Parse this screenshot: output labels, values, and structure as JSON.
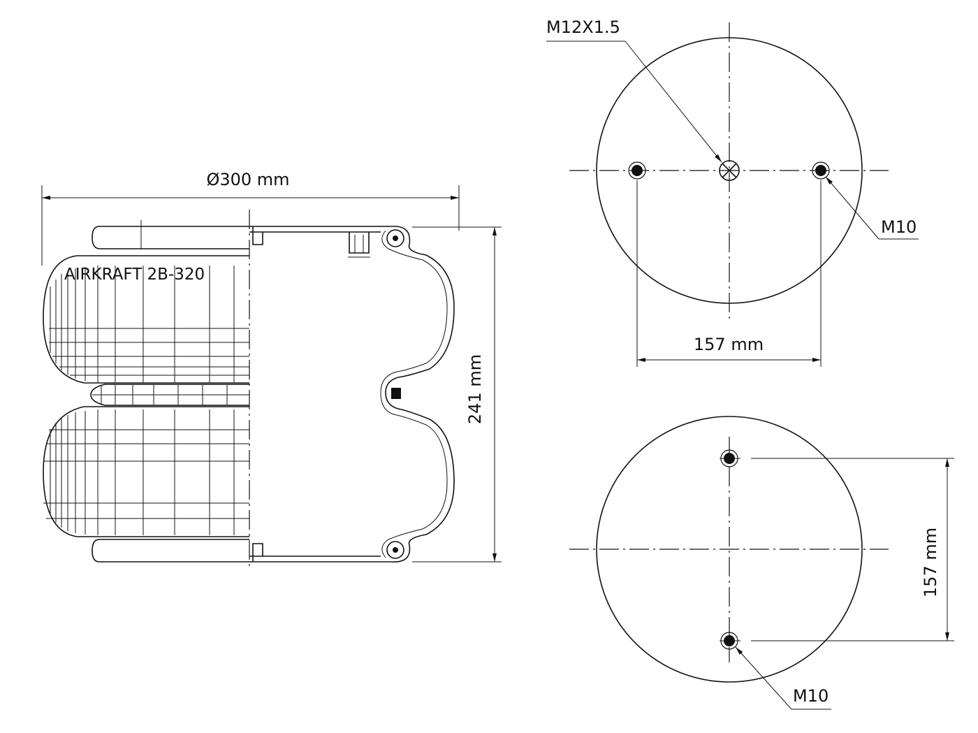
{
  "labels": {
    "diameter": "Ø300 mm",
    "height": "241 mm",
    "model": "AIRKRAFT 2B-320",
    "center_thread": "M12X1.5",
    "top_bolt": "M10",
    "top_spacing": "157 mm",
    "bottom_spacing": "157 mm",
    "bottom_bolt": "M10"
  },
  "colors": {
    "line": "#111111",
    "background": "#ffffff",
    "bolt_fill": "#111111"
  }
}
